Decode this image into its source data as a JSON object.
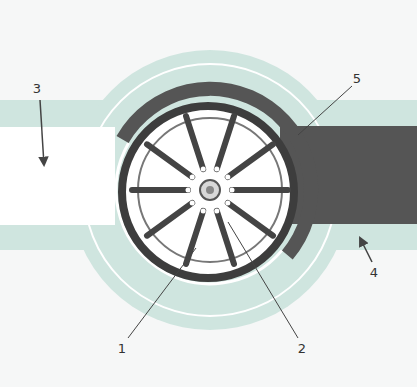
{
  "diagram": {
    "labels": [
      "3",
      "5",
      "4",
      "1",
      "2"
    ]
  }
}
